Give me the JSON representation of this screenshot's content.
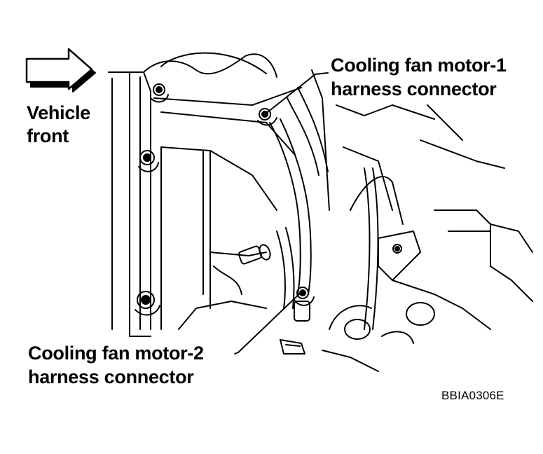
{
  "labels": {
    "vehicle_front_line1": "Vehicle",
    "vehicle_front_line2": "front",
    "fan1_line1": "Cooling fan motor-1",
    "fan1_line2": "harness connector",
    "fan2_line1": "Cooling fan motor-2",
    "fan2_line2": "harness connector",
    "reference_code": "BBIA0306E"
  },
  "icons": {
    "direction_arrow": "right-arrow-icon"
  },
  "colors": {
    "ink": "#000000",
    "paper": "#ffffff"
  }
}
